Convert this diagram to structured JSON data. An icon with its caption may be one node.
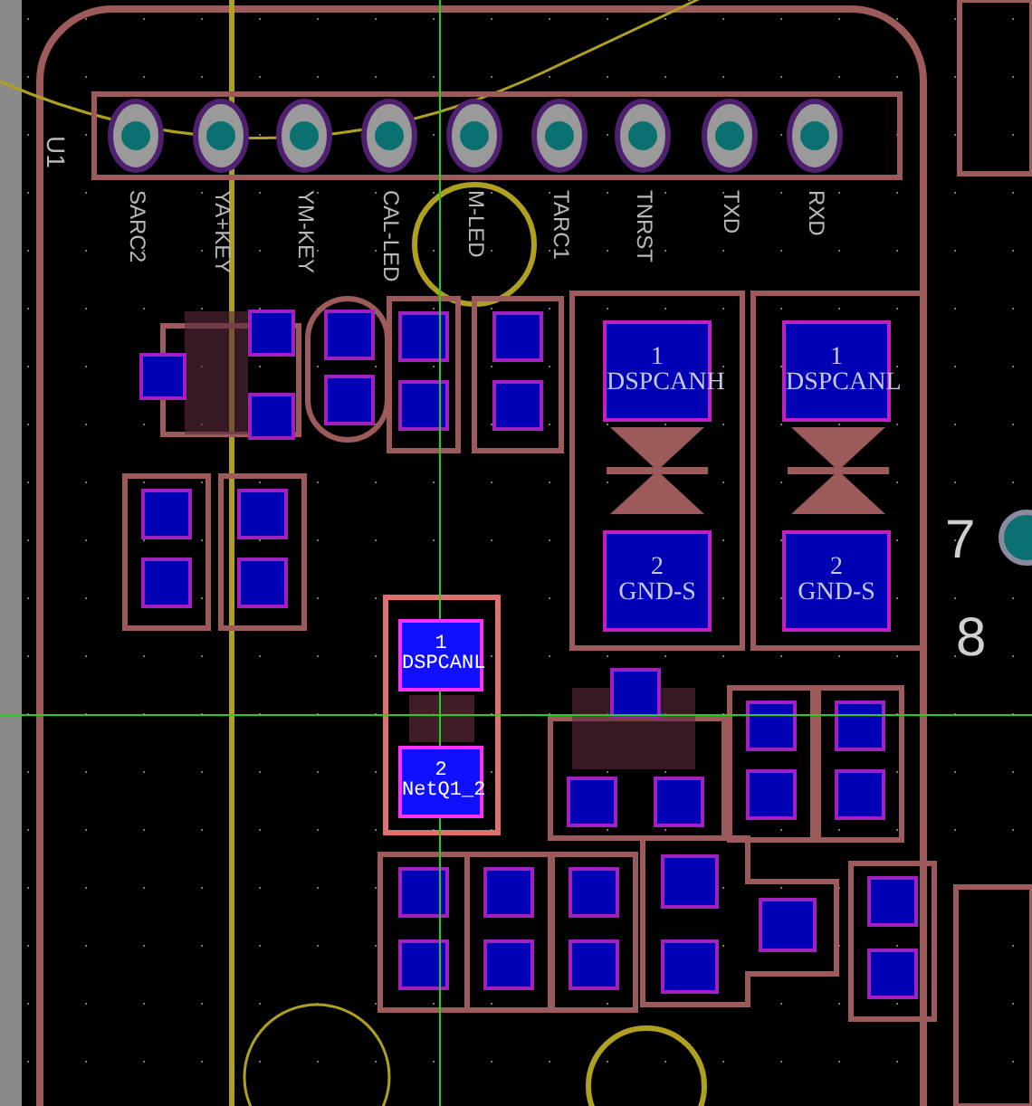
{
  "diagram": {
    "nodes": [
      {
        "text": [
          "1",
          "DSPCANH"
        ]
      },
      {
        "text": [
          "2",
          "GND-S"
        ]
      },
      {
        "text": [
          "1",
          "DSPCANL"
        ]
      },
      {
        "text": [
          "2",
          "GND-S"
        ]
      },
      {
        "text": [
          "1",
          "DSPCANL"
        ]
      },
      {
        "text": [
          "2",
          "NetQ1_2"
        ]
      }
    ],
    "labels": [
      "U1",
      "SARC2",
      "YA+KEY",
      "YM-KEY",
      "CAL-LED",
      "M-LED",
      "TARC1",
      "TNRST",
      "TXD",
      "RXD",
      "7",
      "8"
    ]
  }
}
